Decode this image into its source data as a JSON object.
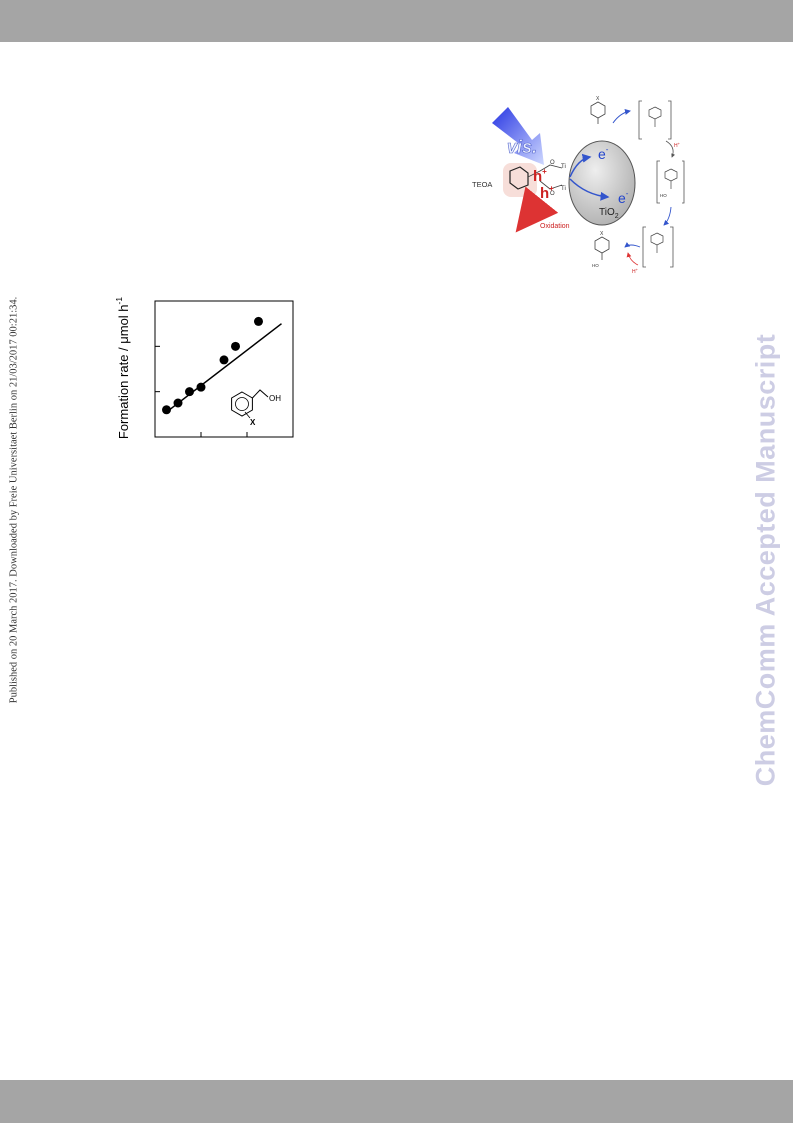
{
  "header_bar": {
    "color": "#a5a5a5"
  },
  "footer_bar": {
    "color": "#a5a5a5"
  },
  "publication_note": "Published on 20 March 2017. Downloaded by Freie Universitaet Berlin on 21/03/2017 00:21:34.",
  "watermark": "ChemComm Accepted Manuscript",
  "chart_data": {
    "type": "scatter",
    "title": "",
    "ylabel": "Formation rate / μmol h",
    "ylabel_sup": "-1",
    "xlabel": "",
    "x": [
      1,
      2,
      3,
      4,
      6,
      7,
      9
    ],
    "y": [
      0.6,
      0.75,
      1.0,
      1.1,
      1.7,
      2.0,
      2.55
    ],
    "xlim": [
      0,
      12
    ],
    "ylim": [
      0,
      3
    ],
    "trendline": {
      "x": [
        1,
        11
      ],
      "y": [
        0.55,
        2.5
      ]
    },
    "inset_labels": {
      "substituent": "X",
      "group": "OH"
    }
  },
  "scheme": {
    "light_label": "vis.",
    "donor_label": "TEOA",
    "oxidation_label": "Oxidation",
    "hole_label": "h",
    "hole_sup": "+",
    "electron_label": "e",
    "electron_sup": "-",
    "semiconductor_label": "TiO",
    "semiconductor_sub": "2",
    "ti_label": "Ti",
    "o_label": "O",
    "proton_label": "H",
    "proton_sup": "+",
    "substituent": "X",
    "hydroxyl": "HO",
    "colors": {
      "light": "#2233ee",
      "hole": "#cc2222",
      "electron": "#2244cc",
      "tio2": "#c8c8c8",
      "oxidation_arrow": "#ee5555"
    }
  }
}
